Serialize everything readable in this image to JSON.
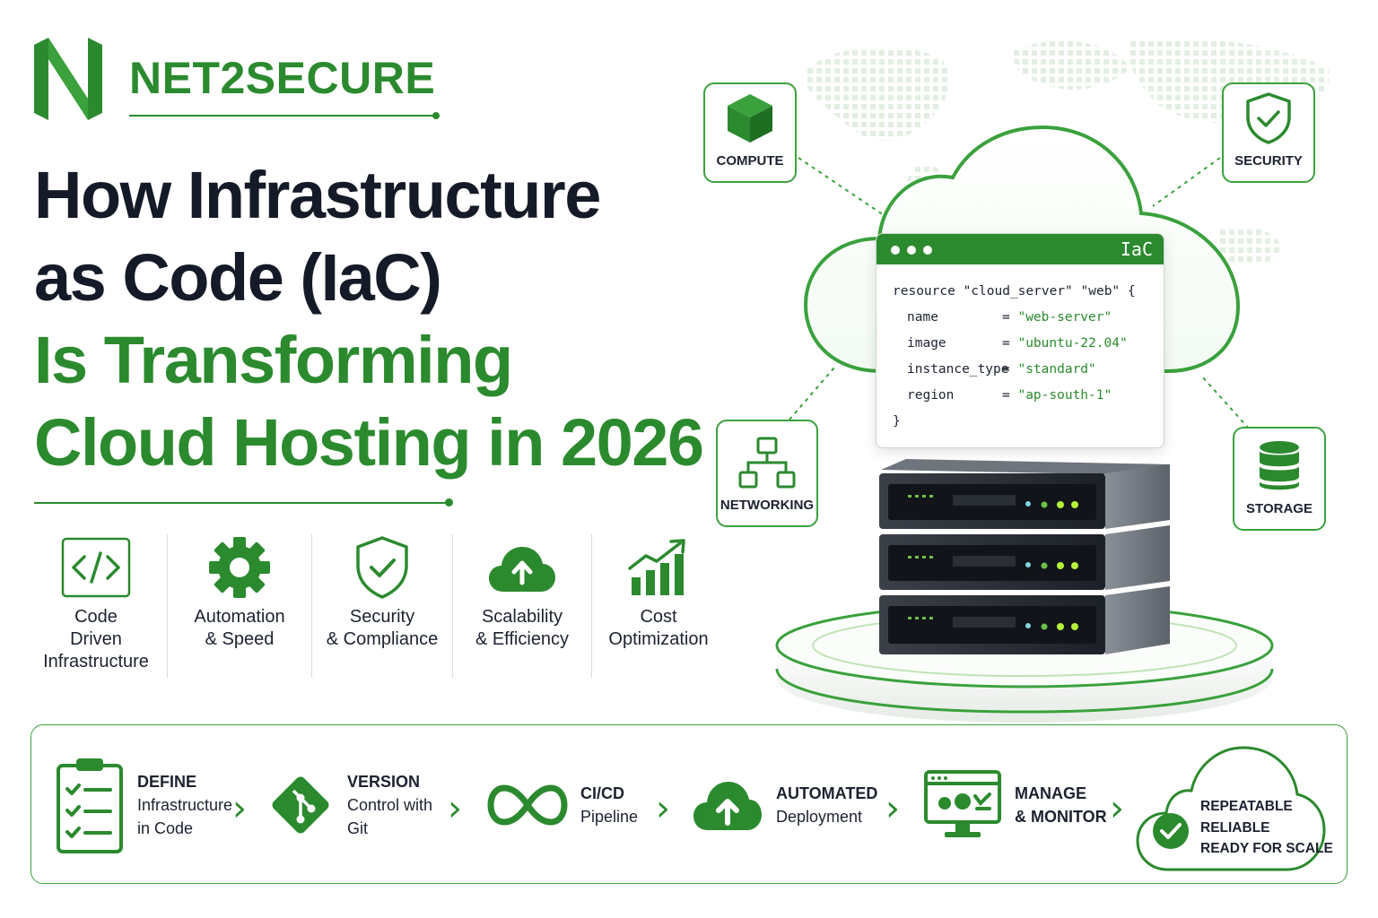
{
  "brand": {
    "name": "NET2SECURE"
  },
  "headline": {
    "line1": "How Infrastructure",
    "line2": "as Code (IaC)",
    "line3": "Is Transforming",
    "line4": "Cloud Hosting in 2026"
  },
  "features": [
    {
      "icon": "code-icon",
      "label": "Code\nDriven\nInfrastructure"
    },
    {
      "icon": "gear-icon",
      "label": "Automation\n& Speed"
    },
    {
      "icon": "shield-check-icon",
      "label": "Security\n& Compliance"
    },
    {
      "icon": "cloud-upload-icon",
      "label": "Scalability\n& Efficiency"
    },
    {
      "icon": "bar-chart-growth-icon",
      "label": "Cost\nOptimization"
    }
  ],
  "badges": {
    "compute": "COMPUTE",
    "security": "SECURITY",
    "networking": "NETWORKING",
    "storage": "STORAGE"
  },
  "code_window": {
    "tag": "IaC",
    "line_open": "resource \"cloud_server\" \"web\" {",
    "fields": [
      {
        "key": "name",
        "value": "\"web-server\""
      },
      {
        "key": "image",
        "value": "\"ubuntu-22.04\""
      },
      {
        "key": "instance_type",
        "value": "\"standard\""
      },
      {
        "key": "region",
        "value": "\"ap-south-1\""
      }
    ],
    "line_close": "}"
  },
  "flow": [
    {
      "icon": "clipboard-checklist-icon",
      "title": "DEFINE",
      "lines": [
        "Infrastructure",
        "in Code"
      ]
    },
    {
      "icon": "git-icon",
      "title": "VERSION",
      "lines": [
        "Control with",
        "Git"
      ]
    },
    {
      "icon": "infinity-icon",
      "title": "CI/CD",
      "lines": [
        "Pipeline"
      ]
    },
    {
      "icon": "cloud-upload-icon",
      "title": "AUTOMATED",
      "lines": [
        "Deployment"
      ]
    },
    {
      "icon": "monitor-dashboard-icon",
      "title": "MANAGE",
      "lines": [
        "& MONITOR"
      ]
    }
  ],
  "final": {
    "lines": [
      "REPEATABLE",
      "RELIABLE",
      "READY FOR SCALE"
    ]
  },
  "colors": {
    "brand_green": "#2b8a2e",
    "dark_text": "#141a27"
  }
}
